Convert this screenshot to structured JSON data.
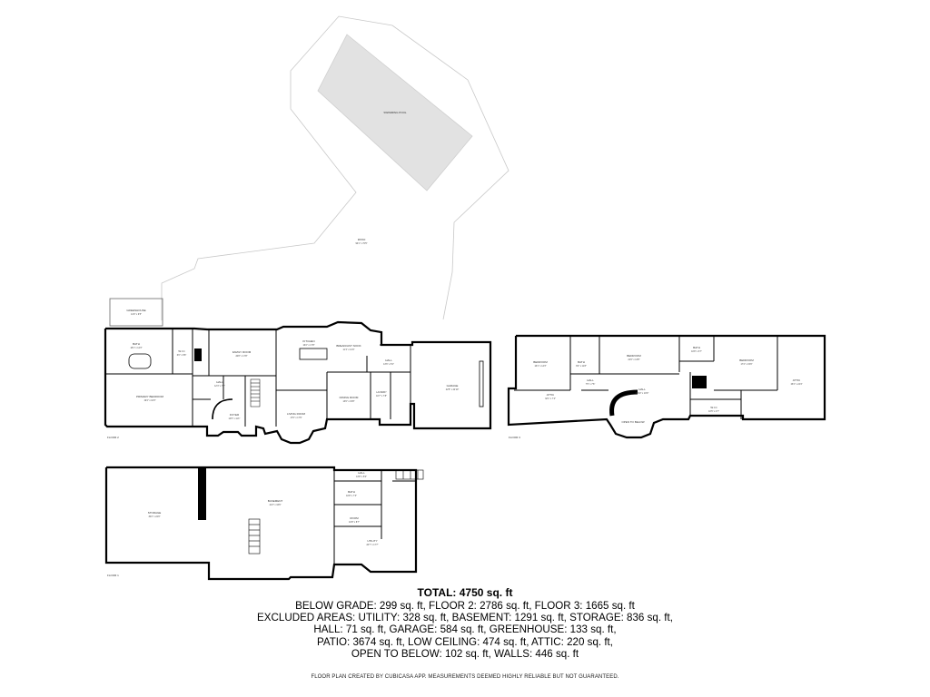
{
  "areas": {
    "swimming_pool": "SWIMMING POOL",
    "patio": {
      "name": "PATIO",
      "dims": "96'1\" x 70'5\""
    },
    "greenhouse": {
      "name": "GREENHOUSE",
      "dims": "14'0\" x 9'5\""
    }
  },
  "floor2": {
    "label": "FLOOR 2",
    "rooms": {
      "bath": {
        "name": "BATH",
        "dims": "18'1\" x 12'3\""
      },
      "wic": {
        "name": "W.I.C",
        "dims": "6'0\" x 9'8\""
      },
      "family_room": {
        "name": "FAMILY ROOM",
        "dims": "20'8\" x 17'8\""
      },
      "kitchen": {
        "name": "KITCHEN",
        "dims": "16'2\" x 17'8\""
      },
      "breakfast_nook": {
        "name": "BREAKFAST NOOK",
        "dims": "11'1\" x 13'4\""
      },
      "primary_bedroom": {
        "name": "PRIMARY BEDROOM",
        "dims": "19'4\" x 16'3\""
      },
      "hall": {
        "name": "HALL",
        "dims": "12'3\" x 7'2\""
      },
      "foyer": {
        "name": "FOYER",
        "dims": "14'5\" x 11'1\""
      },
      "living_room": {
        "name": "LIVING ROOM",
        "dims": "17'6\" x 17'9\""
      },
      "dining_room": {
        "name": "DINING ROOM",
        "dims": "13'6\" x 15'8\""
      },
      "laundry": {
        "name": "LAUNDRY",
        "dims": "10'7\" x 7'8\""
      },
      "hall2": {
        "name": "HALL",
        "dims": "13'6\" x 5'4\""
      },
      "garage": {
        "name": "GARAGE",
        "dims": "22'5\" x 22'10\""
      }
    }
  },
  "floor3": {
    "label": "FLOOR 3",
    "rooms": {
      "bedroom1": {
        "name": "BEDROOM",
        "dims": "16'1\" x 14'3\""
      },
      "bath1": {
        "name": "BATH",
        "dims": "8'2\" x 11'8\""
      },
      "bedroom2": {
        "name": "BEDROOM",
        "dims": "21'6\" x 13'8\""
      },
      "bath2": {
        "name": "BATH",
        "dims": "10'8\" x 6'7\""
      },
      "bedroom3": {
        "name": "BEDROOM",
        "dims": "17'4\" x 15'0\""
      },
      "attic1": {
        "name": "ATTIC",
        "dims": "32'1\" x 7'4\""
      },
      "hall": {
        "name": "HALL",
        "dims": "7'5\" x 7'6\""
      },
      "hall2": {
        "name": "HALL",
        "dims": "20'10\" x 10'0\""
      },
      "attic2": {
        "name": "ATTIC",
        "dims": "15'4\" x 24'4\""
      },
      "wic": {
        "name": "W.I.C",
        "dims": "10'5\" x 4'7\""
      },
      "open_to_below": {
        "name": "OPEN TO BELOW"
      }
    }
  },
  "floor1": {
    "label": "FLOOR 1",
    "rooms": {
      "storage": {
        "name": "STORAGE",
        "dims": "30'2\" x 22'0\""
      },
      "basement": {
        "name": "BASEMENT",
        "dims": "41'3\" x 33'6\""
      },
      "hall": {
        "name": "HALL",
        "dims": "13'8\" x 5'0\""
      },
      "bath": {
        "name": "BATH",
        "dims": "10'8\" x 7'3\""
      },
      "room": {
        "name": "ROOM",
        "dims": "10'8\" x 8'7\""
      },
      "utility": {
        "name": "UTILITY",
        "dims": "20'7\" x 17'7\""
      }
    }
  },
  "summary": {
    "total": "TOTAL: 4750 sq. ft",
    "lines": [
      "BELOW GRADE: 299 sq. ft, FLOOR 2: 2786 sq. ft, FLOOR 3: 1665 sq. ft",
      "EXCLUDED AREAS: UTILITY: 328 sq. ft, BASEMENT: 1291 sq. ft, STORAGE: 836 sq. ft,",
      "HALL: 71 sq. ft, GARAGE: 584 sq. ft, GREENHOUSE: 133 sq. ft,",
      "PATIO: 3674 sq. ft, LOW CEILING: 474 sq. ft, ATTIC: 220 sq. ft,",
      "OPEN TO BELOW: 102 sq. ft, WALLS: 446 sq. ft"
    ],
    "disclaimer": "FLOOR PLAN CREATED BY CUBICASA APP. MEASUREMENTS DEEMED HIGHLY RELIABLE BUT NOT GUARANTEED."
  }
}
